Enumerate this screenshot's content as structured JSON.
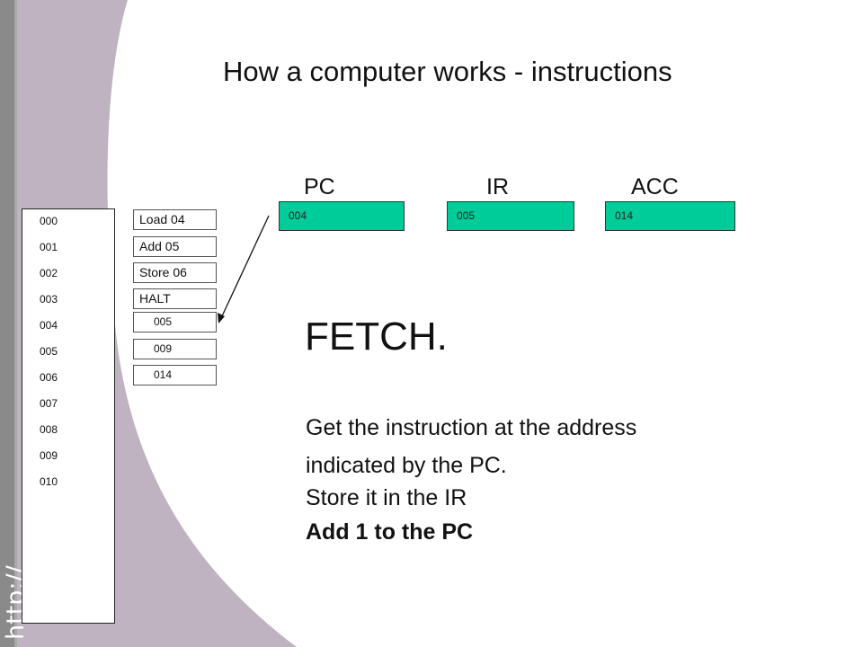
{
  "title": "How a computer works - instructions",
  "watermark": "http://",
  "memory": {
    "addresses": [
      "000",
      "001",
      "002",
      "003",
      "004",
      "005",
      "006",
      "007",
      "008",
      "009",
      "010"
    ],
    "cells": [
      "Load 04",
      "Add 05",
      "Store 06",
      "HALT",
      "005",
      "009",
      "014"
    ]
  },
  "registers": [
    {
      "label": "PC",
      "value": "004"
    },
    {
      "label": "IR",
      "value": "005"
    },
    {
      "label": "ACC",
      "value": "014"
    }
  ],
  "heading": "FETCH.",
  "description": {
    "line1": "Get the instruction at the address",
    "line2": "indicated by the PC.",
    "line3": "Store it in the IR",
    "line4": "Add 1 to the PC"
  },
  "colors": {
    "register_fill": "#00cc99",
    "left_band": "#c0b3c1",
    "left_strip": "#8a8a8a"
  }
}
